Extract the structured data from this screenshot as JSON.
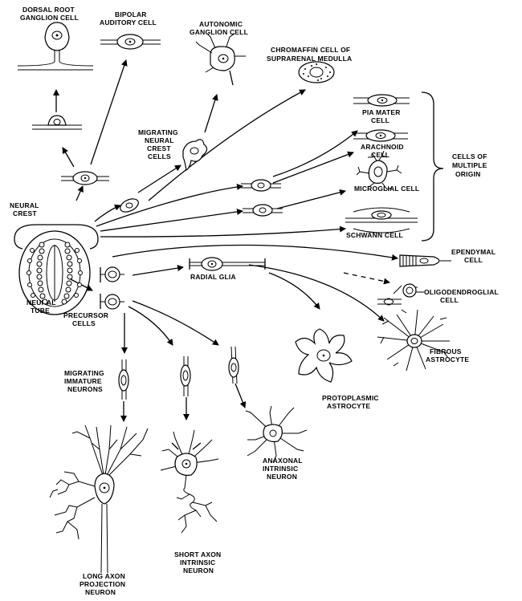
{
  "labels": {
    "dorsal_root": [
      "DORSAL ROOT",
      "GANGLION CELL"
    ],
    "bipolar": [
      "BIPOLAR",
      "AUDITORY CELL"
    ],
    "autonomic": [
      "AUTONOMIC",
      "GANGLION CELL"
    ],
    "chromaffin": [
      "CHROMAFFIN CELL OF",
      "SUPRARENAL MEDULLA"
    ],
    "migrating_crest": [
      "MIGRATING",
      "NEURAL",
      "CREST",
      "CELLS"
    ],
    "pia_mater": [
      "PIA MATER",
      "CELL"
    ],
    "arachnoid": [
      "ARACHNOID",
      "CELL"
    ],
    "cells_multiple": [
      "CELLS OF",
      "MULTIPLE",
      "ORIGIN"
    ],
    "microglial": "MICROGLIAL CELL",
    "schwann": "SCHWANN CELL",
    "neural_crest": [
      "NEURAL",
      "CREST"
    ],
    "ependymal": [
      "EPENDYMAL",
      "CELL"
    ],
    "radial_glia": "RADIAL GLIA",
    "oligodendroglial": [
      "OLIGODENDROGLIAL",
      "CELL"
    ],
    "neural_tube": [
      "NEURAL",
      "TUBE"
    ],
    "precursor": [
      "PRECURSOR",
      "CELLS"
    ],
    "fibrous": [
      "FIBROUS",
      "ASTROCYTE"
    ],
    "migrating_immature": [
      "MIGRATING",
      "IMMATURE",
      "NEURONS"
    ],
    "protoplasmic": [
      "PROTOPLASMIC",
      "ASTROCYTE"
    ],
    "anaxonal": [
      "ANAXONAL",
      "INTRINSIC",
      "NEURON"
    ],
    "short_axon": [
      "SHORT AXON",
      "INTRINSIC",
      "NEURON"
    ],
    "long_axon": [
      "LONG AXON",
      "PROJECTION",
      "NEURON"
    ]
  }
}
